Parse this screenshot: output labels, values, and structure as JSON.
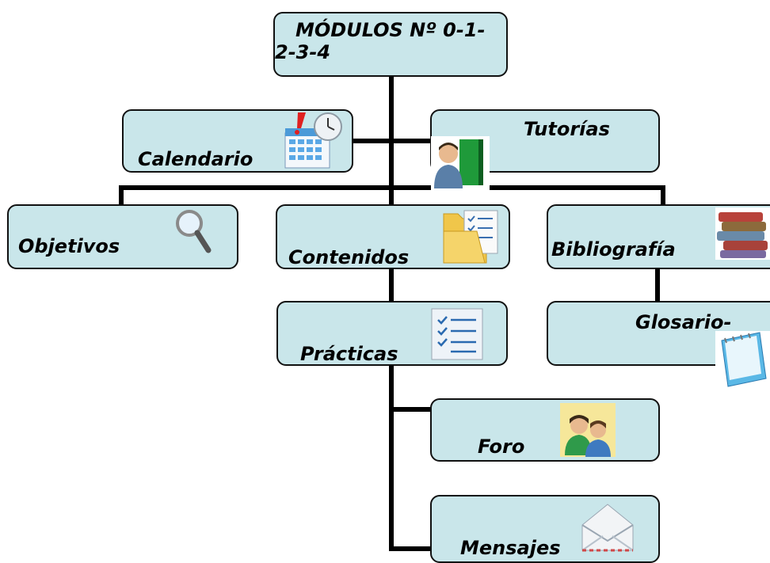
{
  "nodes": {
    "modulos": {
      "label_line1": "MÓDULOS  Nº 0-1-",
      "label_line2": "2-3-4"
    },
    "calendario": {
      "label": "Calendario",
      "icon": "calendar-clock-icon"
    },
    "tutorias": {
      "label": "Tutorías",
      "icon": "tutor-book-icon"
    },
    "objetivos": {
      "label": "Objetivos",
      "icon": "magnifier-icon"
    },
    "contenidos": {
      "label": "Contenidos",
      "icon": "folder-checklist-icon"
    },
    "bibliografia": {
      "label": "Bibliografía",
      "icon": "books-stack-icon"
    },
    "practicas": {
      "label": "Prácticas",
      "icon": "checklist-icon"
    },
    "glosario": {
      "label": "Glosario-",
      "icon": "notepad-icon"
    },
    "foro": {
      "label": "Foro",
      "icon": "users-icon"
    },
    "mensajes": {
      "label": "Mensajes",
      "icon": "envelope-icon"
    }
  },
  "colors": {
    "node_fill": "#c9e6ea",
    "node_border": "#111111",
    "connector": "#000000"
  }
}
